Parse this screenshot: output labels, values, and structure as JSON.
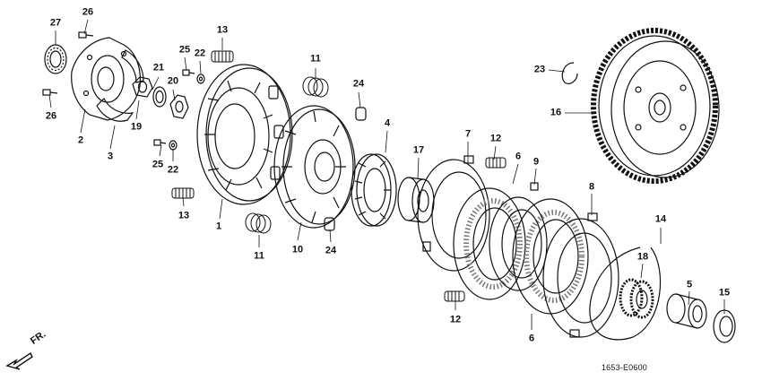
{
  "diagram": {
    "labels": [
      {
        "id": "p27",
        "text": "27"
      },
      {
        "id": "p26a",
        "text": "26"
      },
      {
        "id": "p26b",
        "text": "26"
      },
      {
        "id": "p2",
        "text": "2"
      },
      {
        "id": "p3",
        "text": "3"
      },
      {
        "id": "p19",
        "text": "19"
      },
      {
        "id": "p21",
        "text": "21"
      },
      {
        "id": "p20",
        "text": "20"
      },
      {
        "id": "p25a",
        "text": "25"
      },
      {
        "id": "p22a",
        "text": "22"
      },
      {
        "id": "p13a",
        "text": "13"
      },
      {
        "id": "p25b",
        "text": "25"
      },
      {
        "id": "p22b",
        "text": "22"
      },
      {
        "id": "p13b",
        "text": "13"
      },
      {
        "id": "p1",
        "text": "1"
      },
      {
        "id": "p11a",
        "text": "11"
      },
      {
        "id": "p24a",
        "text": "24"
      },
      {
        "id": "p11b",
        "text": "11"
      },
      {
        "id": "p10",
        "text": "10"
      },
      {
        "id": "p24b",
        "text": "24"
      },
      {
        "id": "p4",
        "text": "4"
      },
      {
        "id": "p17",
        "text": "17"
      },
      {
        "id": "p7",
        "text": "7"
      },
      {
        "id": "p12a",
        "text": "12"
      },
      {
        "id": "p6a",
        "text": "6"
      },
      {
        "id": "p9",
        "text": "9"
      },
      {
        "id": "p8",
        "text": "8"
      },
      {
        "id": "p12b",
        "text": "12"
      },
      {
        "id": "p6b",
        "text": "6"
      },
      {
        "id": "p23",
        "text": "23"
      },
      {
        "id": "p16",
        "text": "16"
      },
      {
        "id": "p14",
        "text": "14"
      },
      {
        "id": "p18",
        "text": "18"
      },
      {
        "id": "p5",
        "text": "5"
      },
      {
        "id": "p15",
        "text": "15"
      }
    ],
    "drawing_code": "1653-E0600",
    "direction_label": "FR."
  }
}
